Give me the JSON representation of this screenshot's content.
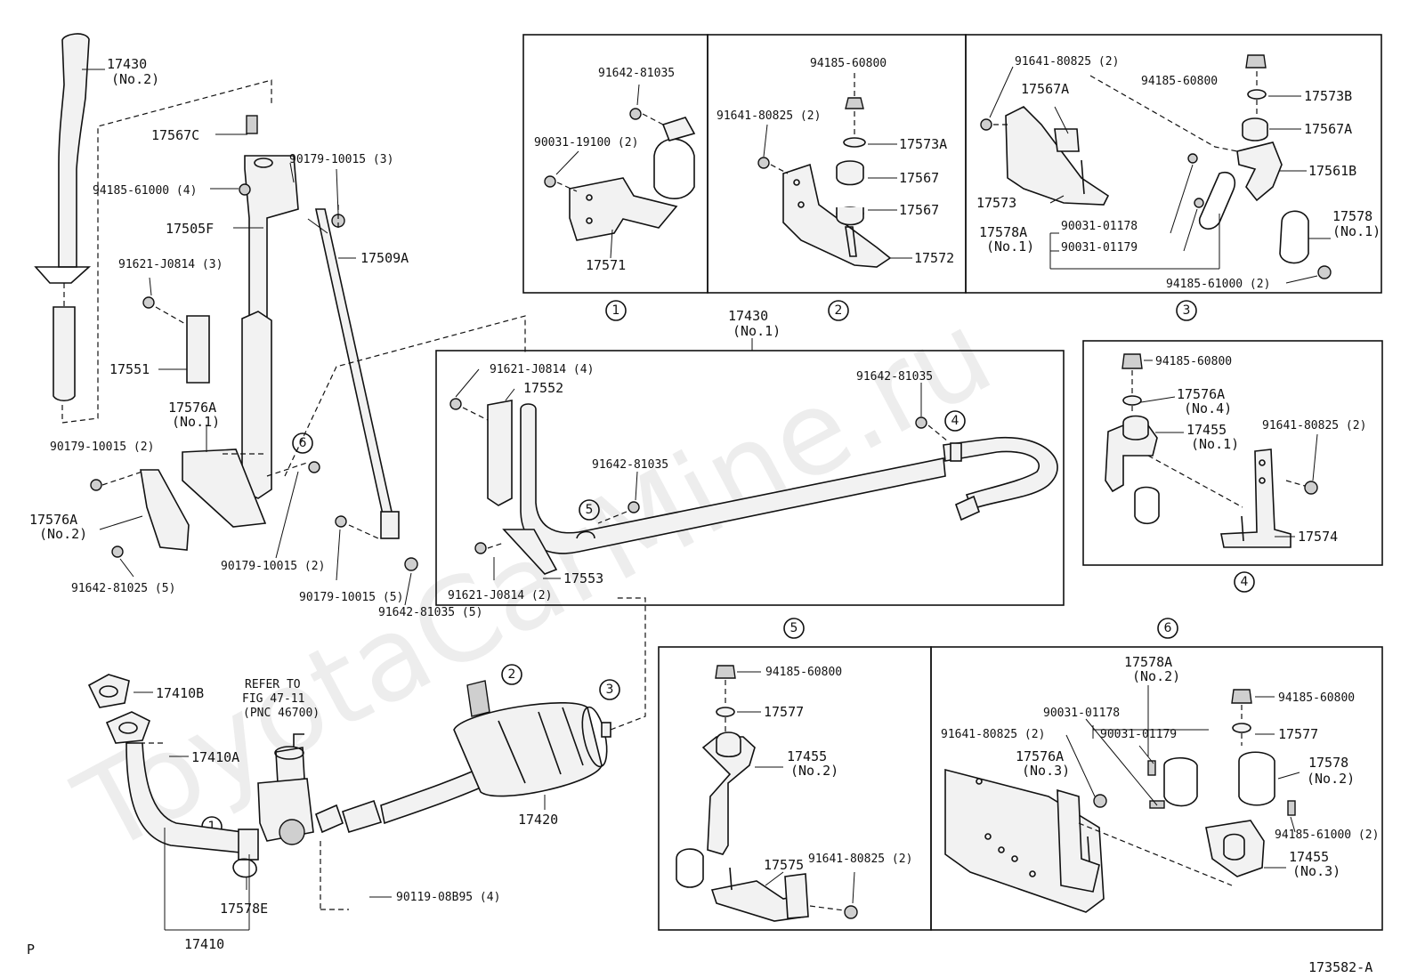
{
  "watermark": "ToyotaCarMine.ru",
  "footer": {
    "left_mark": "P",
    "figure_id": "173582-A"
  },
  "callouts": [
    "1",
    "2",
    "3",
    "4",
    "5",
    "6"
  ],
  "labels": {
    "l17430_no2": "17430",
    "l17430_no2_sub": "(No.2)",
    "l17567C": "17567C",
    "l90179_3": "90179-10015 (3)",
    "l94185_61000_4": "94185-61000 (4)",
    "l17505F": "17505F",
    "l17509A": "17509A",
    "l91621_3": "91621-J0814 (3)",
    "l17551": "17551",
    "l17576A_no1": "17576A",
    "l17576A_no1_sub": "(No.1)",
    "l90179_2a": "90179-10015 (2)",
    "l17576A_no2": "17576A",
    "l17576A_no2_sub": "(No.2)",
    "l91642_81025_5": "91642-81025 (5)",
    "l90179_2b": "90179-10015 (2)",
    "l90179_5": "90179-10015 (5)",
    "l91642_81035_5": "91642-81035 (5)",
    "l17410B": "17410B",
    "l17410A": "17410A",
    "l_refer1": "REFER TO",
    "l_refer2": "FIG 47-11",
    "l_refer3": "(PNC 46700)",
    "l17578E": "17578E",
    "l17410": "17410",
    "l17420": "17420",
    "l90119": "90119-08B95 (4)",
    "b1_91642": "91642-81035",
    "b1_90031": "90031-19100 (2)",
    "b1_17571": "17571",
    "b2_94185": "94185-60800",
    "b2_91641": "91641-80825 (2)",
    "b2_17573A": "17573A",
    "b2_17567a": "17567",
    "b2_17567b": "17567",
    "b2_17572": "17572",
    "b3_91641": "91641-80825 (2)",
    "b3_94185_60800": "94185-60800",
    "b3_17567A_a": "17567A",
    "b3_17573B": "17573B",
    "b3_17567A_b": "17567A",
    "b3_17561B": "17561B",
    "b3_17573": "17573",
    "b3_17578A": "17578A",
    "b3_17578A_sub": "(No.1)",
    "b3_90031_01178": "90031-01178",
    "b3_90031_01179": "90031-01179",
    "b3_17578": "17578",
    "b3_17578_sub": "(No.1)",
    "b3_94185_61000": "94185-61000 (2)",
    "m_17430": "17430",
    "m_17430_sub": "(No.1)",
    "m_91621_4": "91621-J0814 (4)",
    "m_17552": "17552",
    "m_91642_a": "91642-81035",
    "m_91642_b": "91642-81035",
    "m_17553": "17553",
    "m_91621_2": "91621-J0814 (2)",
    "b4_94185": "94185-60800",
    "b4_17576A": "17576A",
    "b4_17576A_sub": "(No.4)",
    "b4_17455": "17455",
    "b4_17455_sub": "(No.1)",
    "b4_91641": "91641-80825 (2)",
    "b4_17574": "17574",
    "b5_94185": "94185-60800",
    "b5_17577": "17577",
    "b5_17455": "17455",
    "b5_17455_sub": "(No.2)",
    "b5_17575": "17575",
    "b5_91641": "91641-80825 (2)",
    "b6_17578A": "17578A",
    "b6_17578A_sub": "(No.2)",
    "b6_94185_60800": "94185-60800",
    "b6_90031_01178": "90031-01178",
    "b6_90031_01179": "90031-01179",
    "b6_17577": "17577",
    "b6_91641": "91641-80825 (2)",
    "b6_17578": "17578",
    "b6_17578_sub": "(No.2)",
    "b6_17576A": "17576A",
    "b6_17576A_sub": "(No.3)",
    "b6_94185_61000": "94185-61000 (2)",
    "b6_17455": "17455",
    "b6_17455_sub": "(No.3)"
  }
}
